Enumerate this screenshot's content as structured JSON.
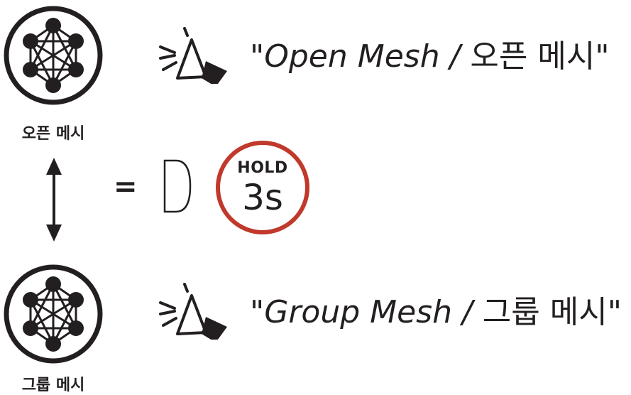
{
  "rows": [
    {
      "icon": "mesh-network-icon",
      "label": "오픈 메시",
      "voice_en": "\"Open Mesh / ",
      "voice_ko": "오픈 메시\"",
      "prompt_icon": "voice-prompt-speaker-icon"
    },
    {
      "icon": "mesh-network-icon",
      "label": "그룹 메시",
      "voice_en": "\"Group Mesh / ",
      "voice_ko": "그룹 메시\"",
      "prompt_icon": "voice-prompt-speaker-icon"
    }
  ],
  "toggle": {
    "arrow_icon": "double-arrow-vertical-icon",
    "equals": "=",
    "button_icon": "button-outline-icon",
    "hold_word": "HOLD",
    "hold_time": "3s"
  },
  "colors": {
    "ink": "#231f20",
    "hold_ring": "#c0392b"
  }
}
